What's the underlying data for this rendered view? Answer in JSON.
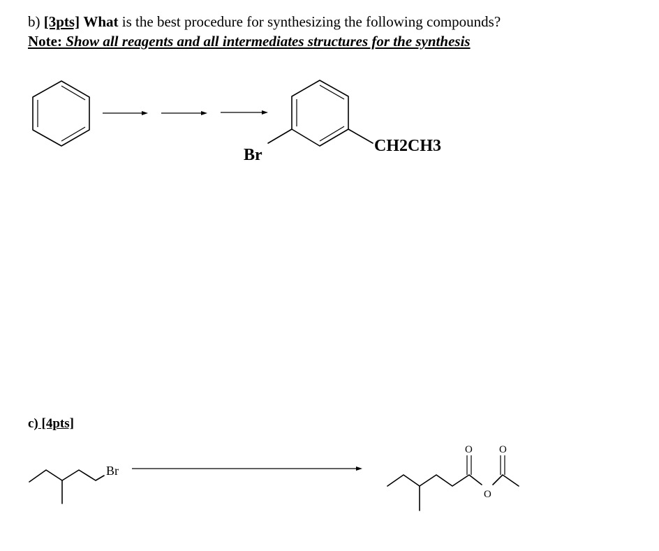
{
  "question_b": {
    "prefix": "b) ",
    "points": "[3pts]",
    "bold_word": "What",
    "rest": " is the best procedure for synthesizing the following compounds?"
  },
  "note": {
    "label": "Note:",
    "text": " Show all reagents and all intermediates structures for the synthesis"
  },
  "scheme_b": {
    "substituent_br": "Br",
    "substituent_ethyl": "CH2CH3"
  },
  "question_c": {
    "prefix": "c)",
    "points": " [4pts]"
  },
  "scheme_c": {
    "reactant_label": "Br",
    "product_o1": "O",
    "product_o2": "O",
    "product_o3": "O"
  }
}
